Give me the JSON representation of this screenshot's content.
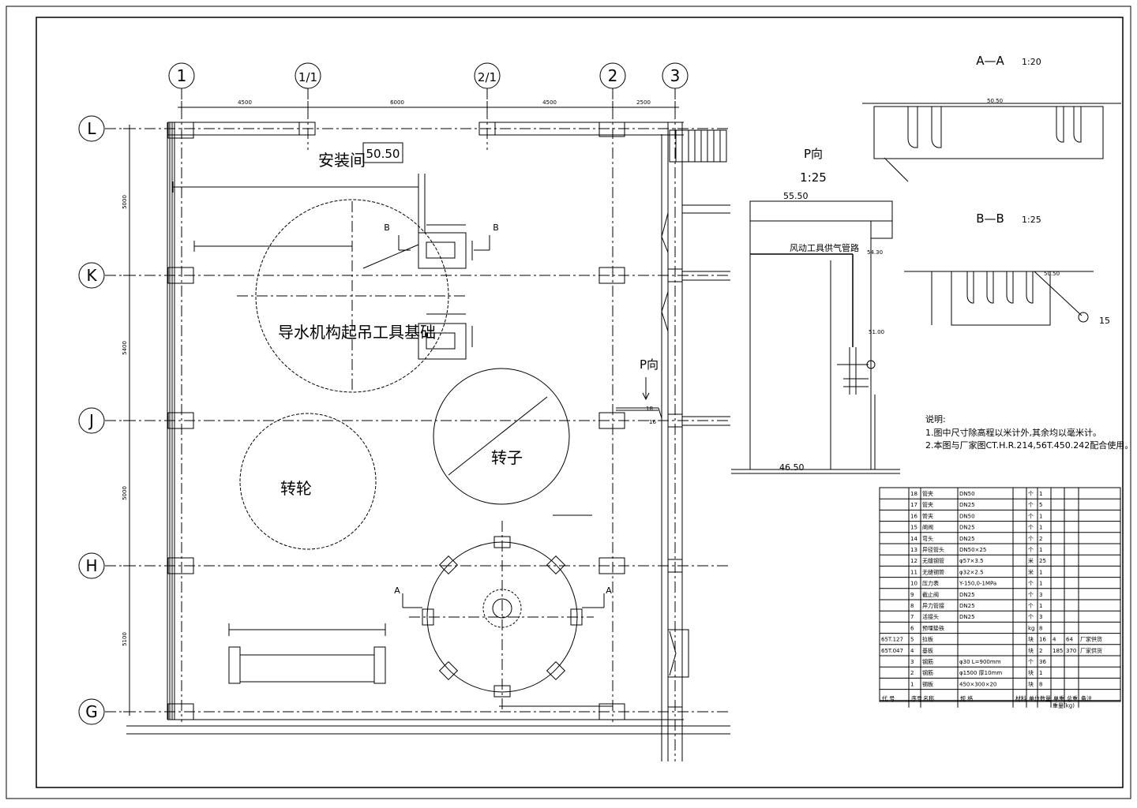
{
  "plan": {
    "axis_columns": [
      "1",
      "1/1",
      "2/1",
      "2",
      "3"
    ],
    "axis_rows": [
      "L",
      "K",
      "J",
      "H",
      "G"
    ],
    "room_label": "安装间",
    "room_elevation": "50.50",
    "hoist_base_label": "导水机构起吊工具基础",
    "runner_label": "转轮",
    "rotor_label": "转子",
    "p_direction_label": "P向",
    "section_b": "B",
    "section_a": "A",
    "pipe_tag_upper": "18",
    "pipe_tag_lower": "16",
    "dims_top": [
      "4500",
      "6000",
      "4500",
      "2500"
    ],
    "dims_left": [
      "5000",
      "5400",
      "5000",
      "5100"
    ]
  },
  "view_p": {
    "title": "P向",
    "scale": "1:25",
    "elev_top": "55.50",
    "elev_bottom": "46.50",
    "pipe_label": "风动工具供气管路",
    "elev_upper": "54.30",
    "elev_middle": "51.00"
  },
  "section_aa": {
    "title": "A—A",
    "scale": "1:20",
    "elevation": "50.50"
  },
  "section_bb": {
    "title": "B—B",
    "scale": "1:25",
    "elevation": "50.50",
    "tag_15": "15"
  },
  "notes": {
    "heading": "说明:",
    "line1": "1.图中尺寸除高程以米计外,其余均以毫米计。",
    "line2": "2.本图与厂家图CT.H.R.214,56T.450.242配合使用。"
  },
  "parts_table": {
    "header": [
      "代 号",
      "序号",
      "名称",
      "规 格",
      "材料",
      "单位",
      "数量",
      "单重",
      "总重",
      "备注"
    ],
    "rows": [
      [
        "",
        "18",
        "管夹",
        "DN50",
        "",
        "个",
        "1",
        "",
        "",
        ""
      ],
      [
        "",
        "17",
        "管夹",
        "DN25",
        "",
        "个",
        "5",
        "",
        "",
        ""
      ],
      [
        "",
        "16",
        "管夹",
        "DN50",
        "",
        "个",
        "1",
        "",
        "",
        ""
      ],
      [
        "",
        "15",
        "闸阀",
        "DN25",
        "",
        "个",
        "1",
        "",
        "",
        ""
      ],
      [
        "",
        "14",
        "弯头",
        "DN25",
        "",
        "个",
        "2",
        "",
        "",
        ""
      ],
      [
        "",
        "13",
        "异径管头",
        "DN50×25",
        "",
        "个",
        "1",
        "",
        "",
        ""
      ],
      [
        "",
        "12",
        "无缝钢管",
        "φ57×3.5",
        "",
        "米",
        "25",
        "",
        "",
        ""
      ],
      [
        "",
        "11",
        "无缝钢管",
        "φ32×2.5",
        "",
        "米",
        "1",
        "",
        "",
        ""
      ],
      [
        "",
        "10",
        "压力表",
        "Y-150,0-1MPa",
        "",
        "个",
        "1",
        "",
        "",
        ""
      ],
      [
        "",
        "9",
        "截止阀",
        "DN25",
        "",
        "个",
        "3",
        "",
        "",
        ""
      ],
      [
        "",
        "8",
        "异力管接",
        "DN25",
        "",
        "个",
        "1",
        "",
        "",
        ""
      ],
      [
        "",
        "7",
        "活接头",
        "DN25",
        "",
        "个",
        "3",
        "",
        "",
        ""
      ],
      [
        "",
        "6",
        "预埋垫铁",
        "",
        "",
        "kg",
        "8",
        "",
        "",
        ""
      ],
      [
        "65T.127",
        "5",
        "拉板",
        "",
        "",
        "块",
        "16",
        "4",
        "64",
        "厂家供货"
      ],
      [
        "65T.047",
        "4",
        "基板",
        "",
        "",
        "块",
        "2",
        "185",
        "370",
        "厂家供货"
      ],
      [
        "",
        "3",
        "钢筋",
        "φ30 L=900mm",
        "",
        "个",
        "36",
        "",
        "",
        ""
      ],
      [
        "",
        "2",
        "钢筋",
        "φ1500 厚10mm",
        "",
        "块",
        "1",
        "",
        "",
        ""
      ],
      [
        "",
        "1",
        "钢板",
        "450×300×20",
        "",
        "块",
        "8",
        "",
        "",
        ""
      ]
    ],
    "footer_weight": "重量(kg)"
  }
}
